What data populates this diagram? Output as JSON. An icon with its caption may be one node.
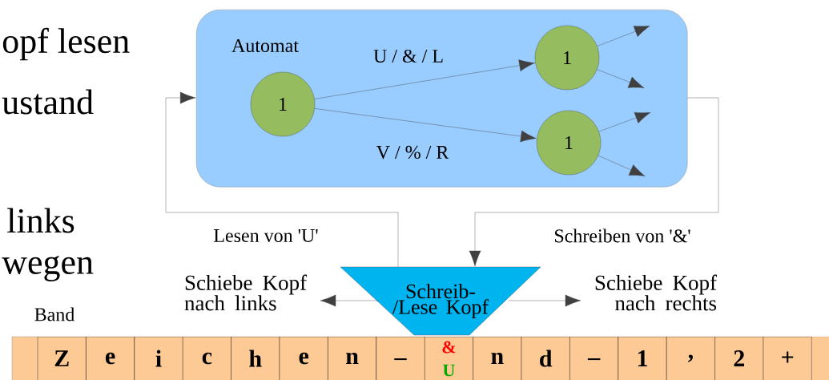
{
  "diagram": {
    "nodes": [
      {
        "text": [
          "Automat"
        ]
      },
      {
        "text": [
          "1"
        ],
        "in": 0
      },
      {
        "text": [
          "1"
        ],
        "in": 0
      },
      {
        "text": [
          "1"
        ],
        "in": 0
      },
      {
        "text": [
          "Schreib-/Lese Kopf"
        ]
      },
      {
        "text": [
          "Schiebe Kopf nach links"
        ]
      },
      {
        "text": [
          "Schiebe Kopf nach rechts"
        ]
      }
    ],
    "edges": [
      {
        "from": 1,
        "to": 2,
        "arrow": "to",
        "label": "U / & / L"
      },
      {
        "from": 1,
        "to": 3,
        "arrow": "to",
        "label": "V / % / R"
      },
      {
        "from": 2,
        "to": null,
        "arrow": "to"
      },
      {
        "from": 2,
        "to": null,
        "arrow": "to"
      },
      {
        "from": 3,
        "to": null,
        "arrow": "to"
      },
      {
        "from": 3,
        "to": null,
        "arrow": "to"
      },
      {
        "from": 4,
        "to": 0,
        "arrow": "to",
        "label": "Lesen von 'U'"
      },
      {
        "from": 0,
        "to": 4,
        "arrow": "to",
        "label": "Schreiben von '&'"
      },
      {
        "from": 4,
        "to": 5,
        "arrow": "to"
      },
      {
        "from": 4,
        "to": 6,
        "arrow": "to"
      }
    ],
    "labels": [
      "opf lesen",
      "ustand",
      "links",
      "wegen",
      "Band",
      "Z",
      "e",
      "i",
      "c",
      "h",
      "e",
      "n",
      "_",
      "&",
      "U",
      "n",
      "d",
      "_",
      "1",
      ",",
      "2",
      "+"
    ]
  }
}
